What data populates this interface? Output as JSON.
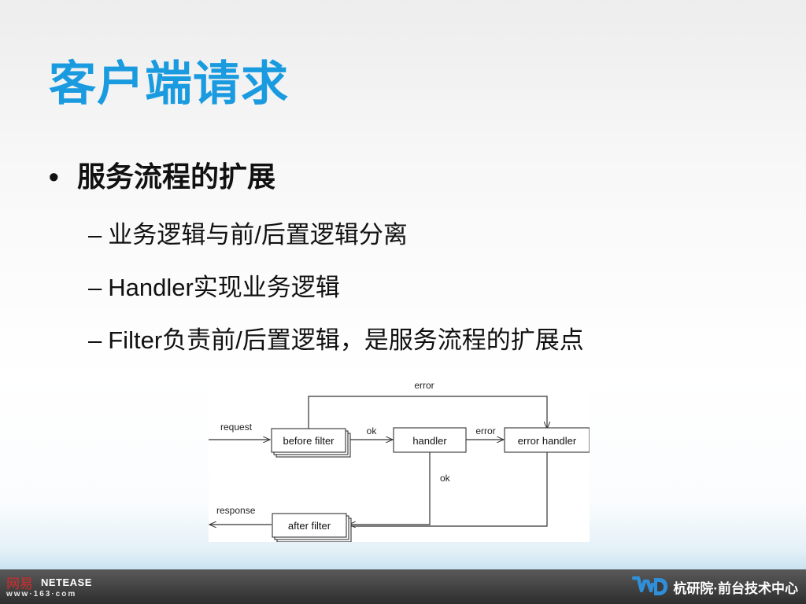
{
  "slide": {
    "title": "客户端请求",
    "bullet": {
      "symbol": "•",
      "text": "服务流程的扩展",
      "subitems": [
        {
          "dash": "–",
          "text": "业务逻辑与前/后置逻辑分离"
        },
        {
          "dash": "–",
          "text": "Handler实现业务逻辑"
        },
        {
          "dash": "–",
          "text": "Filter负责前/后置逻辑，是服务流程的扩展点"
        }
      ]
    }
  },
  "diagram": {
    "nodes": {
      "before_filter": "before filter",
      "handler": "handler",
      "error_handler": "error handler",
      "after_filter": "after filter"
    },
    "edges": {
      "request": "request",
      "ok_before_handler": "ok",
      "error_handler_errorhandler": "error",
      "error_top": "error",
      "ok_handler_after": "ok",
      "response": "response"
    }
  },
  "footer": {
    "left_logo_cn": "网易",
    "left_logo_brand": "NETEASE",
    "left_logo_url": "www·163·com",
    "right_text": "杭研院·前台技术中心"
  },
  "colors": {
    "title": "#1a9be0",
    "footer_bg": "#3c3c3c",
    "wd_logo": "#2f8fd8"
  }
}
